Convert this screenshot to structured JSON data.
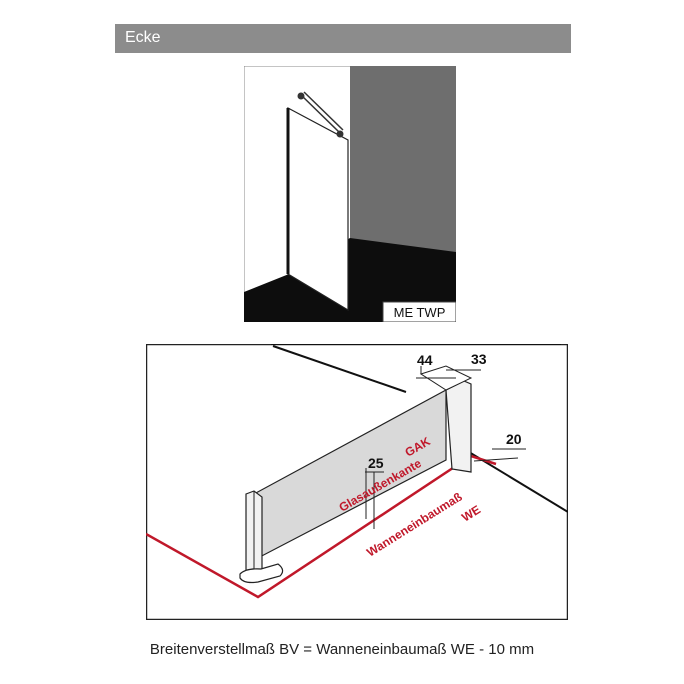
{
  "header": {
    "title": "Ecke"
  },
  "photo": {
    "model_label": "ME TWP"
  },
  "diagram": {
    "dim_44": "44",
    "dim_33": "33",
    "dim_20": "20",
    "dim_25": "25",
    "gak": "GAK",
    "glasaussenkante": "Glasaußenkante",
    "wanneneinbaumass": "Wanneneinbaumaß",
    "we": "WE",
    "accent_color": "#c0182a"
  },
  "caption": "Breitenverstellmaß BV = Wanneneinbaumaß WE - 10 mm"
}
